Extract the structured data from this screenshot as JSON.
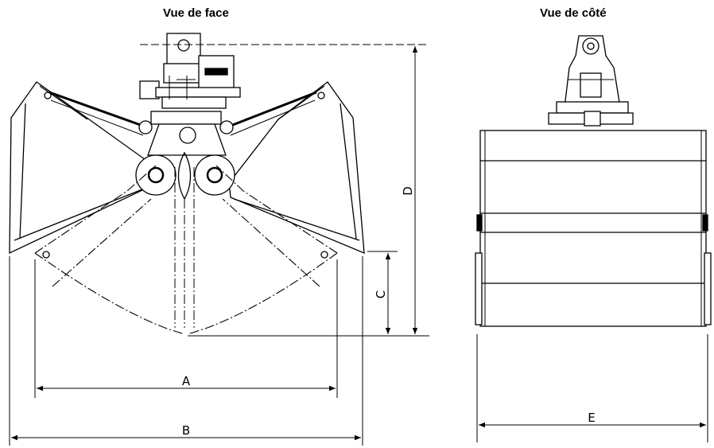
{
  "titles": {
    "front_view": "Vue de face",
    "side_view": "Vue de côté"
  },
  "dimensions": {
    "a": "A",
    "b": "B",
    "c": "C",
    "d": "D",
    "e": "E"
  },
  "colors": {
    "line": "#000000",
    "background": "#ffffff",
    "body_fill": "#ffffff",
    "shade": "#e6e6e6"
  }
}
